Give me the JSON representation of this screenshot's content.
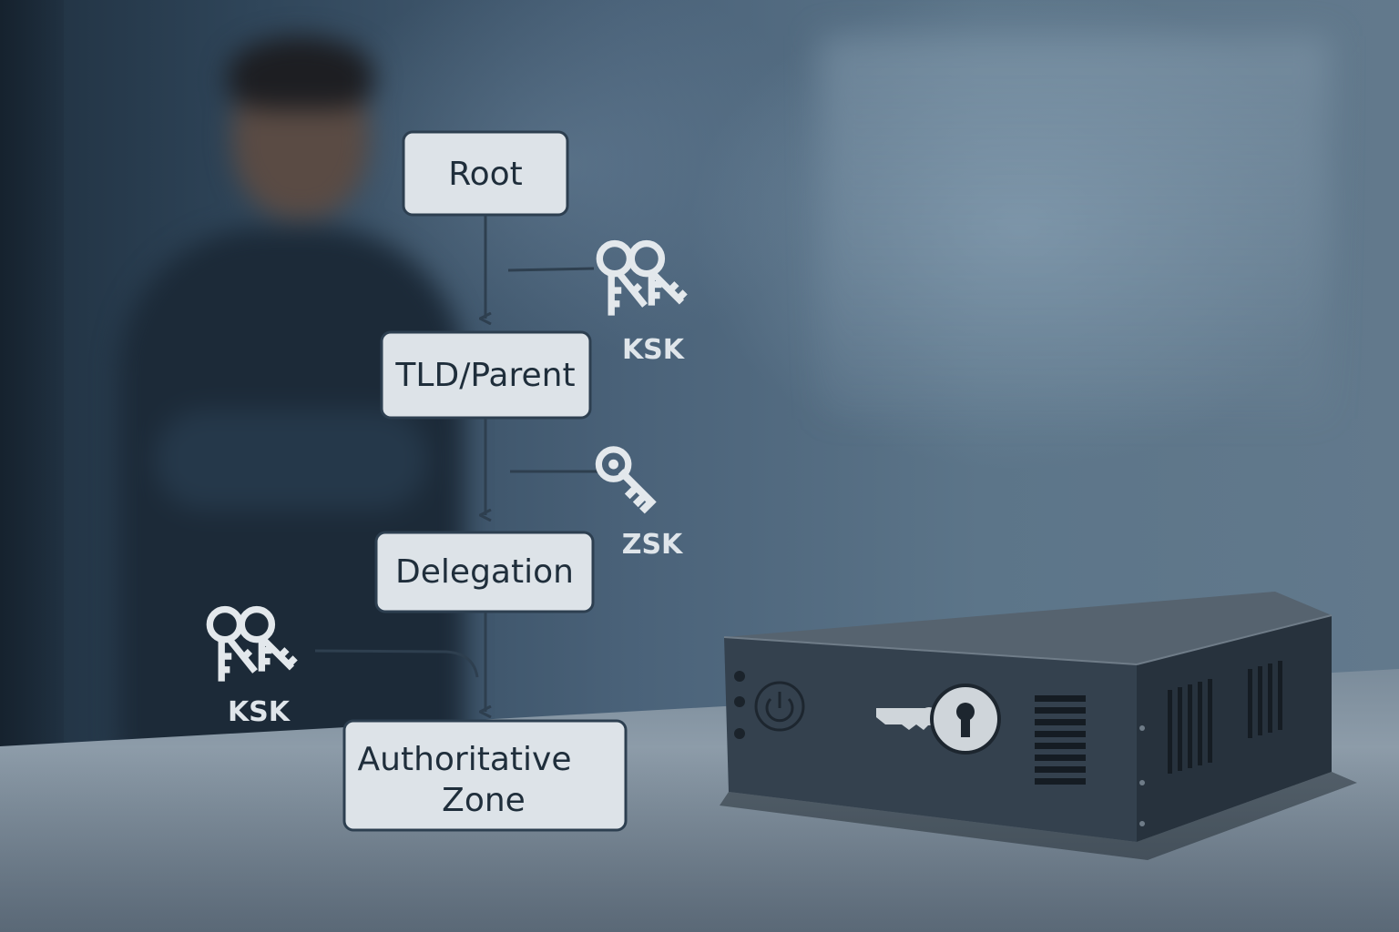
{
  "diagram": {
    "nodes": [
      {
        "id": "root",
        "label": "Root"
      },
      {
        "id": "tld",
        "label": "TLD/Parent"
      },
      {
        "id": "delegation",
        "label": "Delegation"
      },
      {
        "id": "zone",
        "label_line1": "Authoritative",
        "label_line2": "Zone"
      }
    ],
    "edges": [
      {
        "from": "root",
        "to": "tld"
      },
      {
        "from": "tld",
        "to": "delegation"
      },
      {
        "from": "delegation",
        "to": "zone"
      }
    ],
    "keys": [
      {
        "id": "ksk-top",
        "label": "KSK",
        "icon": "double-key-icon",
        "attached_to": "root-tld-edge"
      },
      {
        "id": "zsk",
        "label": "ZSK",
        "icon": "key-icon",
        "attached_to": "tld-delegation-edge"
      },
      {
        "id": "ksk-bottom",
        "label": "KSK",
        "icon": "double-key-icon",
        "attached_to": "delegation-zone-edge"
      }
    ]
  },
  "device": {
    "icons": [
      "power-icon",
      "key-icon",
      "lock-icon"
    ]
  },
  "colors": {
    "node_fill": "#dde3e8",
    "node_stroke": "#2d3f50",
    "connector": "#2e3f4f",
    "key_icon": "#e3e8ec",
    "device_body": "#34414e"
  }
}
